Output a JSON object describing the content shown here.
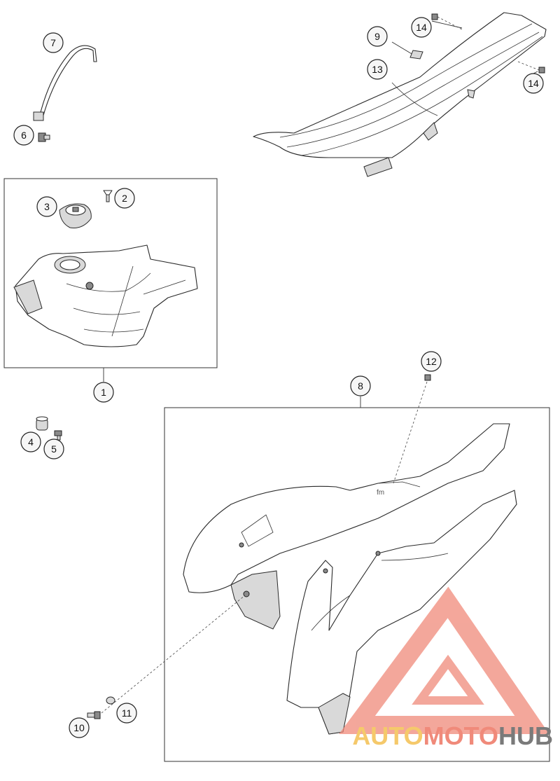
{
  "callouts": [
    {
      "id": "c1",
      "label": "1"
    },
    {
      "id": "c2",
      "label": "2"
    },
    {
      "id": "c3",
      "label": "3"
    },
    {
      "id": "c4",
      "label": "4"
    },
    {
      "id": "c5",
      "label": "5"
    },
    {
      "id": "c6",
      "label": "6"
    },
    {
      "id": "c7",
      "label": "7"
    },
    {
      "id": "c8",
      "label": "8"
    },
    {
      "id": "c9",
      "label": "9"
    },
    {
      "id": "c10",
      "label": "10"
    },
    {
      "id": "c11",
      "label": "11"
    },
    {
      "id": "c12",
      "label": "12"
    },
    {
      "id": "c13",
      "label": "13"
    },
    {
      "id": "c14a",
      "label": "14"
    },
    {
      "id": "c14b",
      "label": "14"
    }
  ],
  "watermark": {
    "part1": "AUTO",
    "part2": "MOTO",
    "part3": "HUB",
    "color1": "#f5c96b",
    "color2": "#f08a7a",
    "color3": "#7a7a7a",
    "logo_color": "#f08a7a"
  }
}
